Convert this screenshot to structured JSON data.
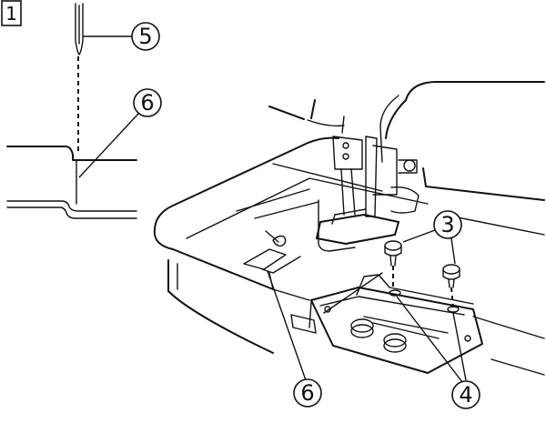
{
  "figure": {
    "step_label": "1",
    "callouts": {
      "needle_top": "5",
      "groove_top": "6",
      "screws": "3",
      "guide_marking": "6",
      "screw_holes": "4"
    }
  }
}
